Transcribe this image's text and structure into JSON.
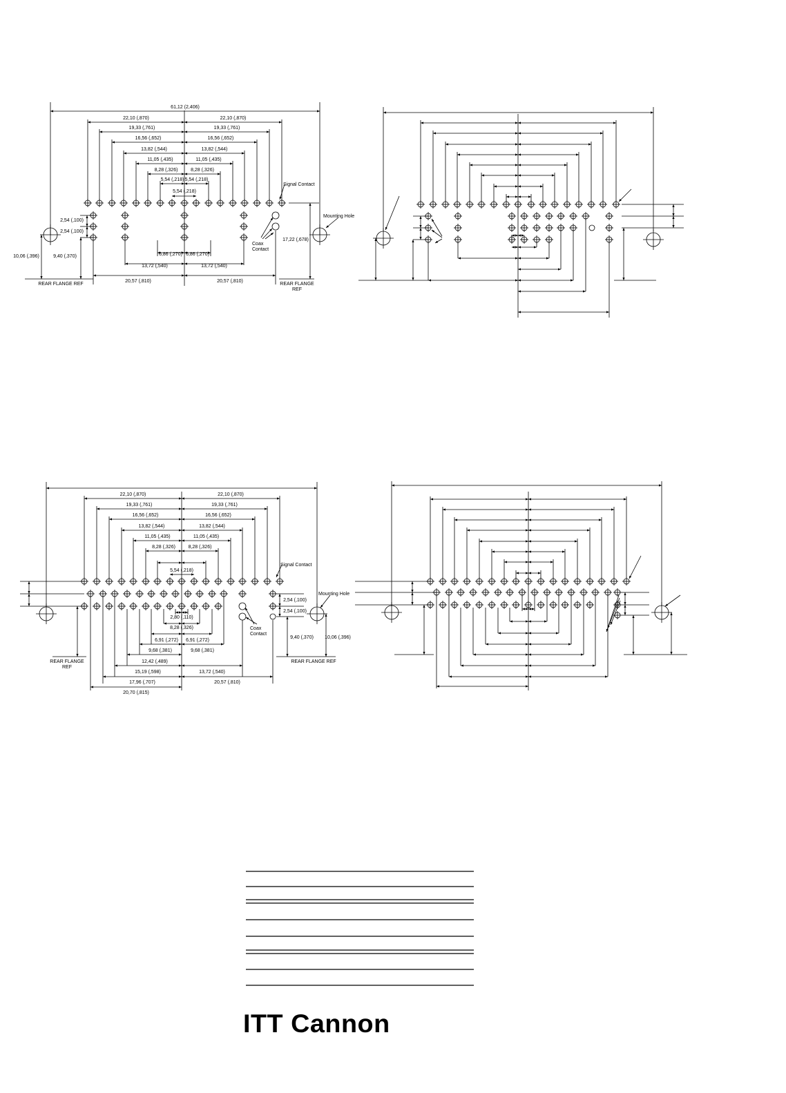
{
  "diagram_top_left": {
    "overall_dim": "61,12 (2,406)",
    "upper_left_dims": [
      "22,10 (,870)",
      "19,33 (,761)",
      "16,56 (,652)",
      "13,82 (,544)",
      "11,05 (,435)",
      "8,28 (,326)",
      "5,54 (,218)"
    ],
    "upper_right_dims": [
      "22,10 (,870)",
      "19,33 (,761)",
      "16,56 (,652)",
      "13,82 (,544)",
      "11,05 (,435)",
      "8,28 (,326)",
      "5,54 (,218)"
    ],
    "center_dim": "5,54 (,218)",
    "row_pitch_1": "2,54 (,100)",
    "row_pitch_2": "2,54 (,100)",
    "mount_height": "10,06 (,396)",
    "row_height": "9,40 (,370)",
    "right_height": "17,22 (,678)",
    "lower_dims": [
      "6,86 (,270)",
      "6,86 (,270)",
      "13,72 (,540)",
      "13,72 (,540)",
      "20,57 (,810)",
      "20,57 (,810)"
    ],
    "signal_contact": "Signal Contact",
    "mounting_hole": "Mounting Hole",
    "coax_contact": "Coax\nContact",
    "rear_flange_left": "REAR FLANGE REF",
    "rear_flange_right": "REAR FLANGE\nREF"
  },
  "diagram_bottom_left": {
    "upper_left_dims": [
      "22,10 (,870)",
      "19,33 (,761)",
      "16,56 (,652)",
      "13,82 (,544)",
      "11,05 (,435)",
      "8,28 (,326)"
    ],
    "upper_right_dims": [
      "22,10 (,870)",
      "19,33 (,761)",
      "16,56 (,652)",
      "13,82 (,544)",
      "11,05 (,435)",
      "8,28 (,326)"
    ],
    "center_dim": "5,54 (,218)",
    "row_pitch_1": "2,54 (,100)",
    "row_pitch_2": "2,54 (,100)",
    "lower_dims": [
      "2,80 (,110)",
      "8,28 (,326)",
      "6,91 (,272)",
      "6,91 (,272)",
      "9,68 (,381)",
      "9,68 (,381)",
      "12,42 (,489)",
      "15,19 (,598)",
      "13,72 (,540)",
      "17,96 (,707)",
      "20,57 (,810)",
      "20,70 (,815)"
    ],
    "row_height": "9,40 (,370)",
    "mount_height": "10,06 (,396)",
    "signal_contact": "Signal Contact",
    "mounting_hole": "Mounting Hole",
    "coax_contact": "Coax\nContact",
    "rear_flange_left": "REAR FLANGE\nREF",
    "rear_flange_right": "REAR FLANGE REF"
  },
  "logo": "ITT Cannon"
}
